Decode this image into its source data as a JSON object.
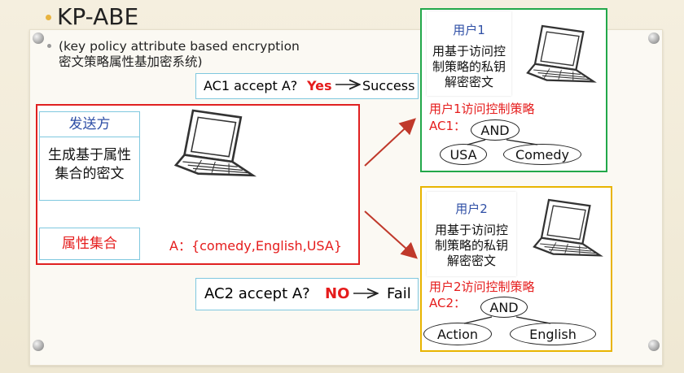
{
  "title": "KP-ABE",
  "subtitle_line1": "(key policy attribute based encryption",
  "subtitle_line2": "密文策略属性基加密系统)",
  "sender": {
    "label": "发送方",
    "action_line1": "生成基于属性",
    "action_line2": "集合的密文",
    "attr_label": "属性集合",
    "attr_set": "A：{comedy,English,USA}"
  },
  "check1": {
    "text": "AC1 accept A?",
    "result": "Yes",
    "outcome": "Success"
  },
  "check2": {
    "text": "AC2 accept A?",
    "result": "NO",
    "outcome": "Fail"
  },
  "user1": {
    "name": "用户1",
    "desc_line1": "用基于访问控",
    "desc_line2": "制策略的私钥",
    "desc_line3": "解密密文",
    "policy_title": "用户1访问控制策略",
    "policy_id": "AC1：",
    "root": "AND",
    "leaf1": "USA",
    "leaf2": "Comedy"
  },
  "user2": {
    "name": "用户2",
    "desc_line1": "用基于访问控",
    "desc_line2": "制策略的私钥",
    "desc_line3": "解密密文",
    "policy_title": "用户2访问控制策略",
    "policy_id": "AC2：",
    "root": "AND",
    "leaf1": "Action",
    "leaf2": "English"
  },
  "colors": {
    "sender_border": "#e02020",
    "user1_border": "#22a84a",
    "user2_border": "#e8b400",
    "red_text": "#e51c1c",
    "arrow": "#c0392b",
    "label_blue": "#2f4fa6"
  }
}
